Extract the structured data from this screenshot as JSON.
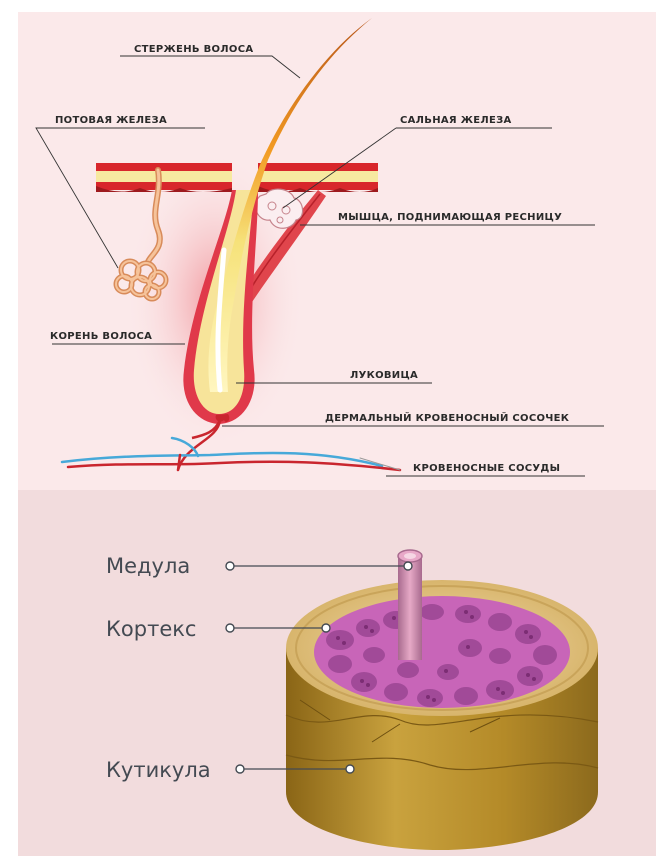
{
  "diagram_top": {
    "labels": {
      "hair_shaft": "СТЕРЖЕНЬ ВОЛОСА",
      "sweat_gland": "ПОТОВАЯ ЖЕЛЕЗА",
      "sebaceous_gland": "САЛЬНАЯ ЖЕЛЕЗА",
      "arrector_muscle": "МЫШЦА, ПОДНИМАЮЩАЯ РЕСНИЦУ",
      "hair_root": "КОРЕНЬ ВОЛОСА",
      "bulb": "ЛУКОВИЦА",
      "dermal_papilla": "ДЕРМАЛЬНЫЙ КРОВЕНОСНЫЙ СОСОЧЕК",
      "blood_vessels": "КРОВЕНОСНЫЕ СОСУДЫ"
    }
  },
  "diagram_bottom": {
    "labels": {
      "medulla": "Медула",
      "cortex": "Кортекс",
      "cuticle": "Кутикула"
    }
  },
  "colors": {
    "top_background": "#fbe9ea",
    "bottom_background": "#f2dcdd",
    "skin_red": "#d8262b",
    "skin_yellow": "#f7e9a0",
    "hair_orange": "#f08c1c",
    "vessel_blue": "#47a9d9",
    "cuticle_gold": "#b8912e",
    "cortex_pink": "#c865b8"
  }
}
